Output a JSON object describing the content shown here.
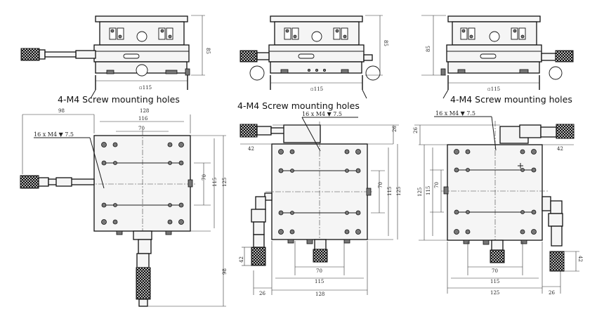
{
  "callouts": {
    "screw_holes": "4-M4 Screw mounting holes",
    "tapped_holes": "16 x  M4 ▼ 7.5"
  },
  "dims": {
    "d85": "85",
    "d115": "115",
    "d115_box": "▫115",
    "d125": "125",
    "d116": "116",
    "d70": "70",
    "d98": "98",
    "d26": "26",
    "d42": "42",
    "d128": "128"
  }
}
